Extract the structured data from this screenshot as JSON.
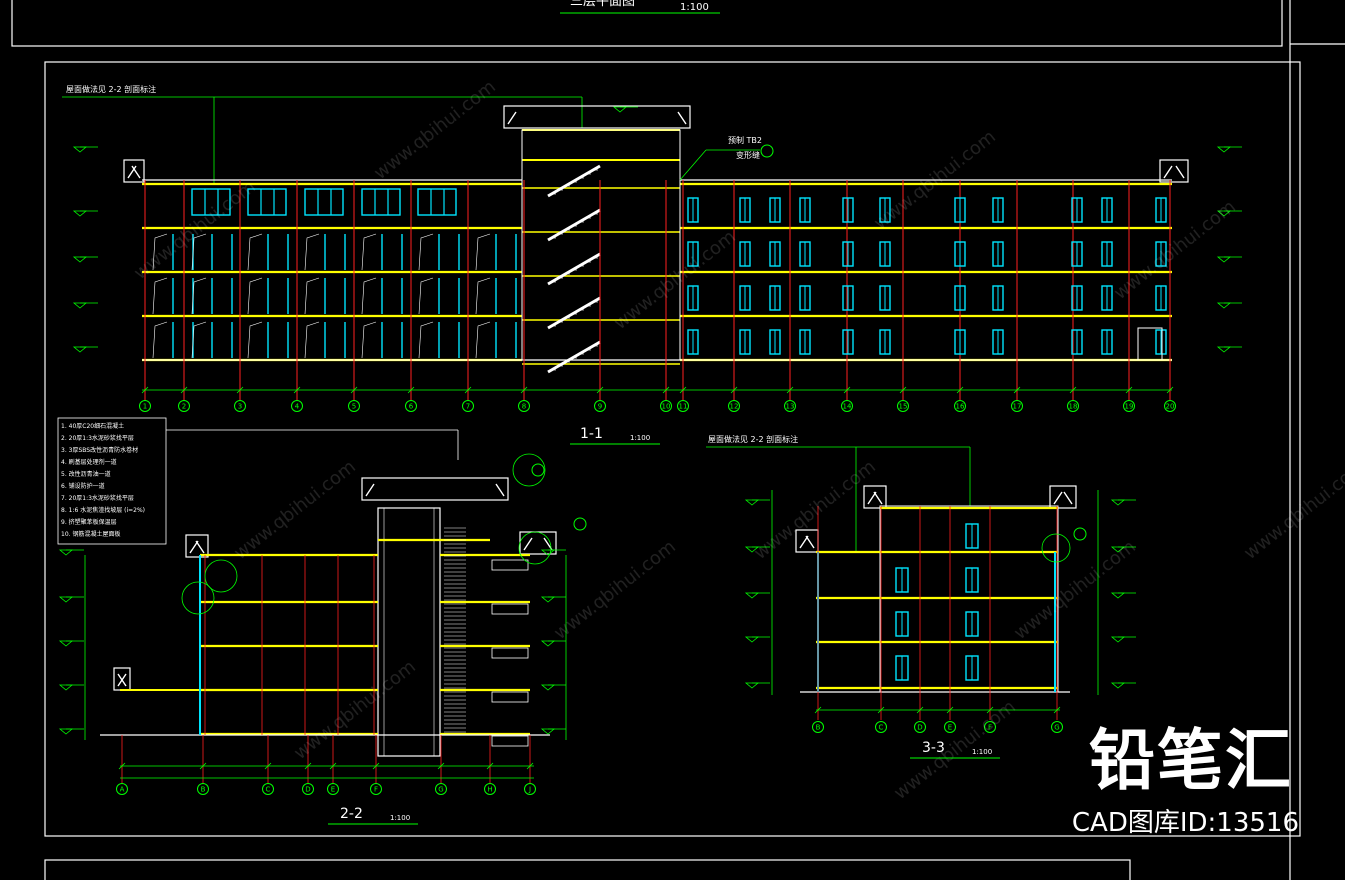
{
  "drawing": {
    "top_plan_title": "三层平面图",
    "top_plan_scale": "1:100",
    "section_1": {
      "title": "1-1",
      "scale": "1:100",
      "note": "屋面做法见 2-2 剖面标注",
      "callout_text_a": "预制 TB2",
      "callout_text_b": "变形缝",
      "axis_labels": [
        "1",
        "2",
        "3",
        "4",
        "5",
        "6",
        "7",
        "8",
        "9",
        "10",
        "11",
        "12",
        "13",
        "14",
        "15",
        "16",
        "17",
        "18",
        "19",
        "20"
      ]
    },
    "section_2": {
      "title": "2-2",
      "scale": "1:100",
      "axis_labels": [
        "A",
        "B",
        "C",
        "D",
        "E",
        "F",
        "G",
        "H",
        "J"
      ],
      "roof_notes": [
        "1. 40厚C20细石混凝土",
        "2. 20厚1:3水泥砂浆找平层",
        "3. 3厚SBS改性沥青防水卷材",
        "4. 刷基层处理剂一道",
        "5. 改性沥青油一道",
        "6. 铺设防护一道",
        "7. 20厚1:3水泥砂浆找平层",
        "8. 1:6 水泥焦渣找坡层 (i=2%)",
        "9. 挤塑聚苯板保温层",
        "10. 钢筋混凝土屋面板"
      ]
    },
    "section_3": {
      "title": "3-3",
      "scale": "1:100",
      "note": "屋面做法见 2-2 剖面标注",
      "axis_labels": [
        "B",
        "C",
        "D",
        "E",
        "F",
        "G"
      ]
    }
  },
  "watermark": {
    "brand": "铅笔汇",
    "id_text": "CAD图库ID:13516",
    "tile_text": "www.qbihui.com"
  },
  "colors": {
    "background": "#000000",
    "frame": "#ffffff",
    "floor_slab": "#ffff00",
    "axis": "#ff2020",
    "window": "#00e5ff",
    "dimension": "#00ff00",
    "text": "#ffffff"
  }
}
